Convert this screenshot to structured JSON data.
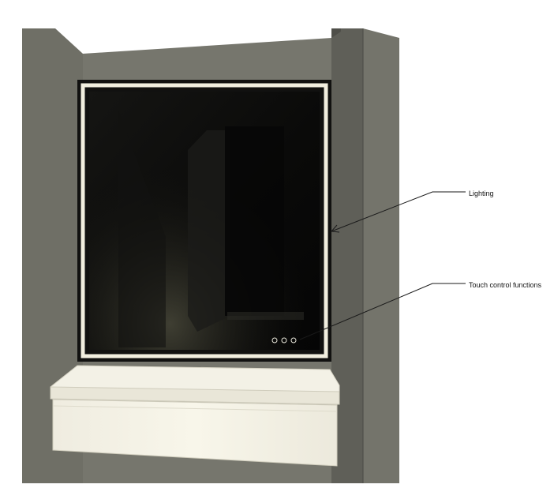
{
  "callouts": {
    "lighting": "Lighting",
    "touch_controls": "Touch control functions"
  },
  "touch_buttons": {
    "count": 3
  },
  "colors": {
    "wall": "#73736a",
    "wall_dark": "#5e5e56",
    "mirror_glass": "#0b0b0a",
    "led_frame": "#f1eedf",
    "vanity_top": "#f3f1e6",
    "vanity_front": "#f6f4e7",
    "leader_line": "#1a1a1a"
  }
}
